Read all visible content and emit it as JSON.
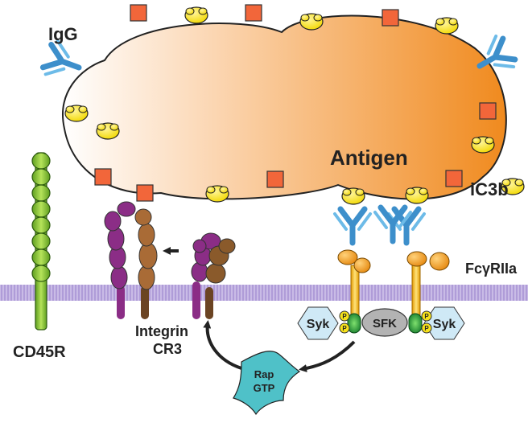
{
  "labels": {
    "igg": "IgG",
    "antigen": "Antigen",
    "ic3b": "iC3b",
    "fcgriia": "FcγRIIa",
    "cd45r": "CD45R",
    "integrin_line1": "Integrin",
    "integrin_line2": "CR3",
    "syk_left": "Syk",
    "syk_right": "Syk",
    "sfk": "SFK",
    "phospho": "P",
    "rap_line1": "Rap",
    "rap_line2": "GTP"
  },
  "colors": {
    "antigen_start": "#ffffff",
    "antigen_end": "#f08a1e",
    "antibody": "#4aa3d8",
    "ic3b_square": "#f2663a",
    "yellow_bead": "#f7e21b",
    "membrane": "#b9a7dc",
    "cd45r": "#8cc63f",
    "integrin_alpha": "#8b2d86",
    "integrin_beta": "#6b4423",
    "fcr_stem": "#f5b800",
    "fcr_head": "#f29a1f",
    "syk": "#cfe9f6",
    "sfk": "#b3b3b3",
    "itam": "#1e8f3a",
    "rap": "#4fc1c8"
  }
}
